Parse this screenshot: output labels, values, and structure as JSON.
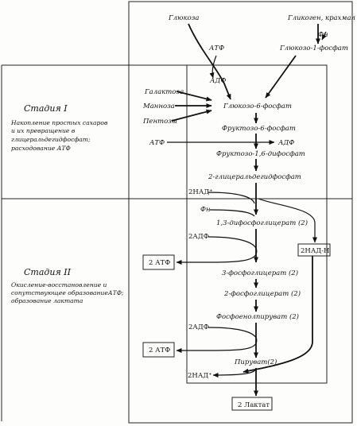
{
  "stages": {
    "stage1": {
      "title": "Стадия I",
      "desc": [
        "Накопление простых сахаров",
        "и их превращение в",
        "глицеральдегидфосфат;",
        "расходование АТФ"
      ]
    },
    "stage2": {
      "title": "Стадия II",
      "desc": [
        "Окисление-восстановление и",
        "сопутствующее образованиеАТФ;",
        "образование лактата"
      ]
    }
  },
  "nodes": {
    "glucose": "Глюкоза",
    "glycogen": "Гликоген, крахмал",
    "phi_top": "Фн",
    "atf_top": "АТФ",
    "glucose1p": "Глюкозо-1-фосфат",
    "adf_top": "АДФ",
    "galactose": "Галактоза",
    "mannose": "Манноза",
    "pentoses": "Пентозы",
    "glucose6p": "Глюкозо-6-фосфат",
    "fructose6p": "Фруктозо-6-фосфат",
    "atf_mid": "АТФ",
    "adf_mid": "АДФ",
    "fructose16": "Фруктозо-1,6-дифосфат",
    "gap": "2-глицеральдегидфосфат",
    "nad_in": "2НАД⁺",
    "phi_mid": "Фн",
    "bpg": "1,3-дифосфоглицерат (2)",
    "adf2a": "2АДФ",
    "atp2a": "2 АТФ",
    "nadh": "2НАД-Н",
    "pg3": "3-фосфоглицерат (2)",
    "pg2": "2-фосфоглицерат (2)",
    "pep": "Фосфоенолпируват (2)",
    "adf2b": "2АДФ",
    "atp2b": "2 АТФ",
    "pyruvate": "Пируват(2)",
    "nad_out": "2НАД⁺",
    "lactate": "2 Лактат"
  }
}
